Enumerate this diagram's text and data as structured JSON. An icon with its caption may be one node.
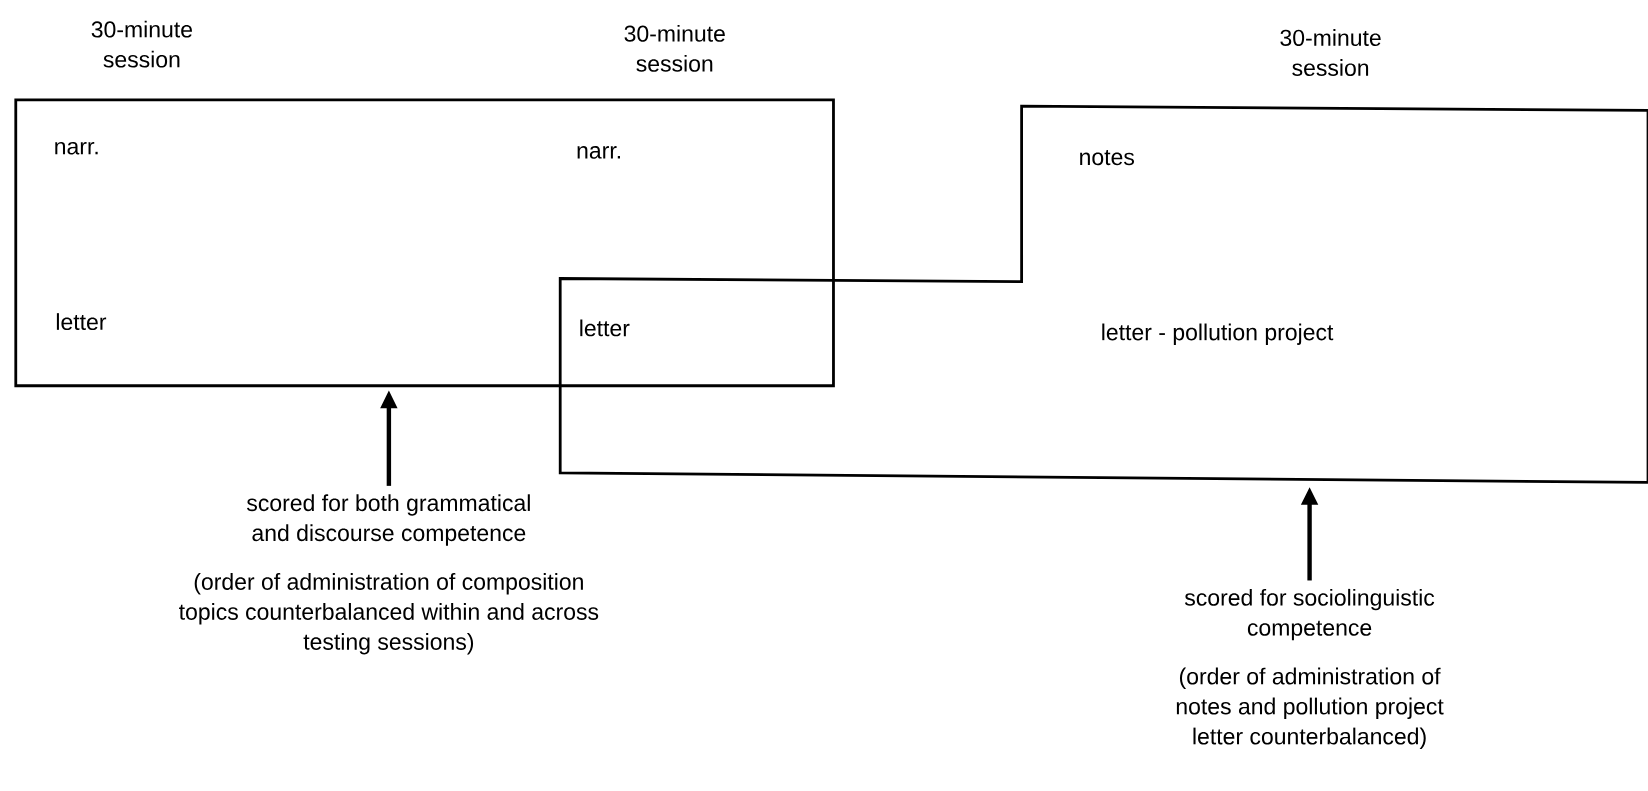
{
  "diagram": {
    "nodes": [
      {
        "text": [],
        "shape": "box"
      },
      {
        "text": [],
        "shape": "box"
      },
      {
        "text": [
          "scored for both grammatical and discourse competence",
          "(order of administration of composition topics counterbalanced within and across testing sessions)"
        ]
      },
      {
        "text": [
          "scored for sociolinguistic competence",
          "(order of administration of notes and pollution project letter counterbalanced)"
        ]
      }
    ],
    "edges": [
      {
        "from": 2,
        "to": 0,
        "arrow": "to"
      },
      {
        "from": 3,
        "to": 1,
        "arrow": "to"
      }
    ],
    "labels": [
      "30-minute session",
      "30-minute session",
      "30-minute session",
      "narr.",
      "narr.",
      "notes",
      "letter",
      "letter",
      "letter - pollution project"
    ]
  }
}
